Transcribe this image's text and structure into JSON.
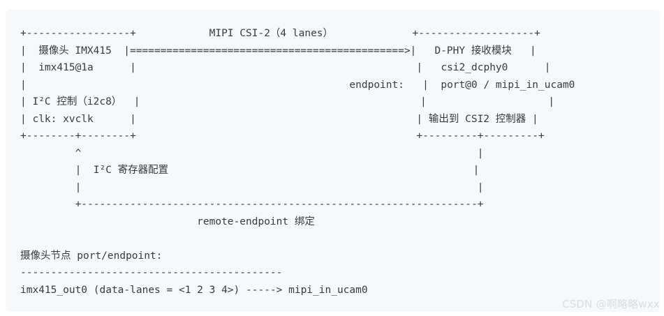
{
  "code": {
    "lines": [
      "+-----------------+            MIPI CSI-2（4 lanes）             +-------------------+",
      "|  摄像头 IMX415  |=============================================>|   D-PHY 接收模块   |",
      "|  imx415@1a      |                                              |   csi2_dcphy0      |",
      "|                                                     endpoint:   |  port@0 / mipi_in_ucam0",
      "| I²C 控制（i2c8）  |                                              |                    |",
      "| clk: xvclk      |                                              | 输出到 CSI2 控制器 |",
      "+--------+--------+                                              +---------+---------+",
      "         ^                                                                 |",
      "         |  I²C 寄存器配置                                                  |",
      "         |                                                                 |",
      "         +-----------------------------------------------------------------+",
      "                             remote-endpoint 绑定",
      "",
      "摄像头节点 port/endpoint:",
      "-------------------------------------------",
      "imx415_out0 (data-lanes = <1 2 3 4>) -----> mipi_in_ucam0"
    ]
  },
  "watermark": "CSDN @啊略略wxx"
}
